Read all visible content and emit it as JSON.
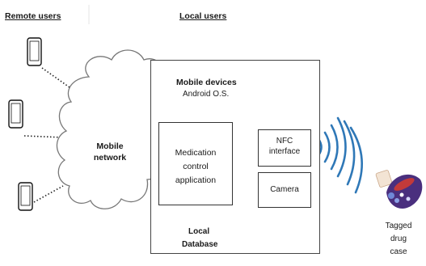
{
  "headers": {
    "remote_users": "Remote users",
    "local_users": "Local users"
  },
  "cloud_label": [
    "Mobile",
    "network"
  ],
  "mobile_devices": {
    "title": "Mobile devices",
    "os": "Android O.S."
  },
  "app_box": [
    "Medication",
    "control",
    "application"
  ],
  "nfc_box": [
    "NFC",
    "interface"
  ],
  "camera_box": "Camera",
  "database_label": [
    "Local",
    "Database"
  ],
  "tag_label": [
    "Tagged",
    "drug",
    "case"
  ],
  "colors": {
    "arrow": "#2e6fb0",
    "waves": "#2f78b7",
    "db_dark": "#6b6b6b",
    "db_light": "#d9d9d9"
  }
}
